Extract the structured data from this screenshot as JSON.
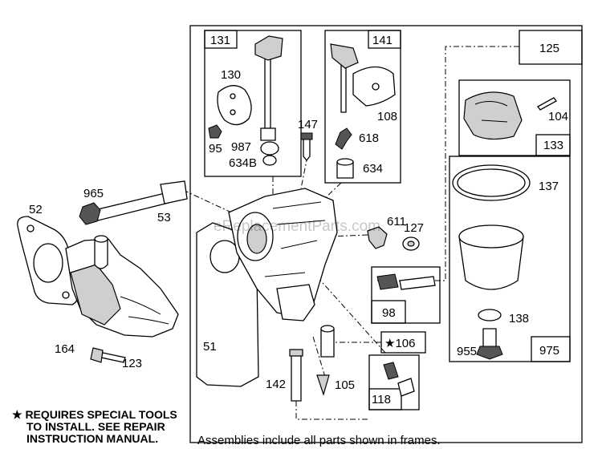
{
  "labels": {
    "p131": "131",
    "p130": "130",
    "p95": "95",
    "p987": "987",
    "p634b": "634B",
    "p141": "141",
    "p108": "108",
    "p618": "618",
    "p634": "634",
    "p147": "147",
    "p125": "125",
    "p104": "104",
    "p133": "133",
    "p137": "137",
    "p138": "138",
    "p955": "955",
    "p975": "975",
    "p52": "52",
    "p965": "965",
    "p53": "53",
    "p611": "611",
    "p127": "127",
    "p98": "98",
    "p106": "★106",
    "p164": "164",
    "p123": "123",
    "p51": "51",
    "p142": "142",
    "p105": "105",
    "p118": "118"
  },
  "note": {
    "line1": "★ REQUIRES SPECIAL TOOLS",
    "line2": "TO INSTALL.  SEE REPAIR",
    "line3": "INSTRUCTION MANUAL."
  },
  "caption": "Assemblies include all parts shown in frames.",
  "watermark": "eReplacementParts.com"
}
